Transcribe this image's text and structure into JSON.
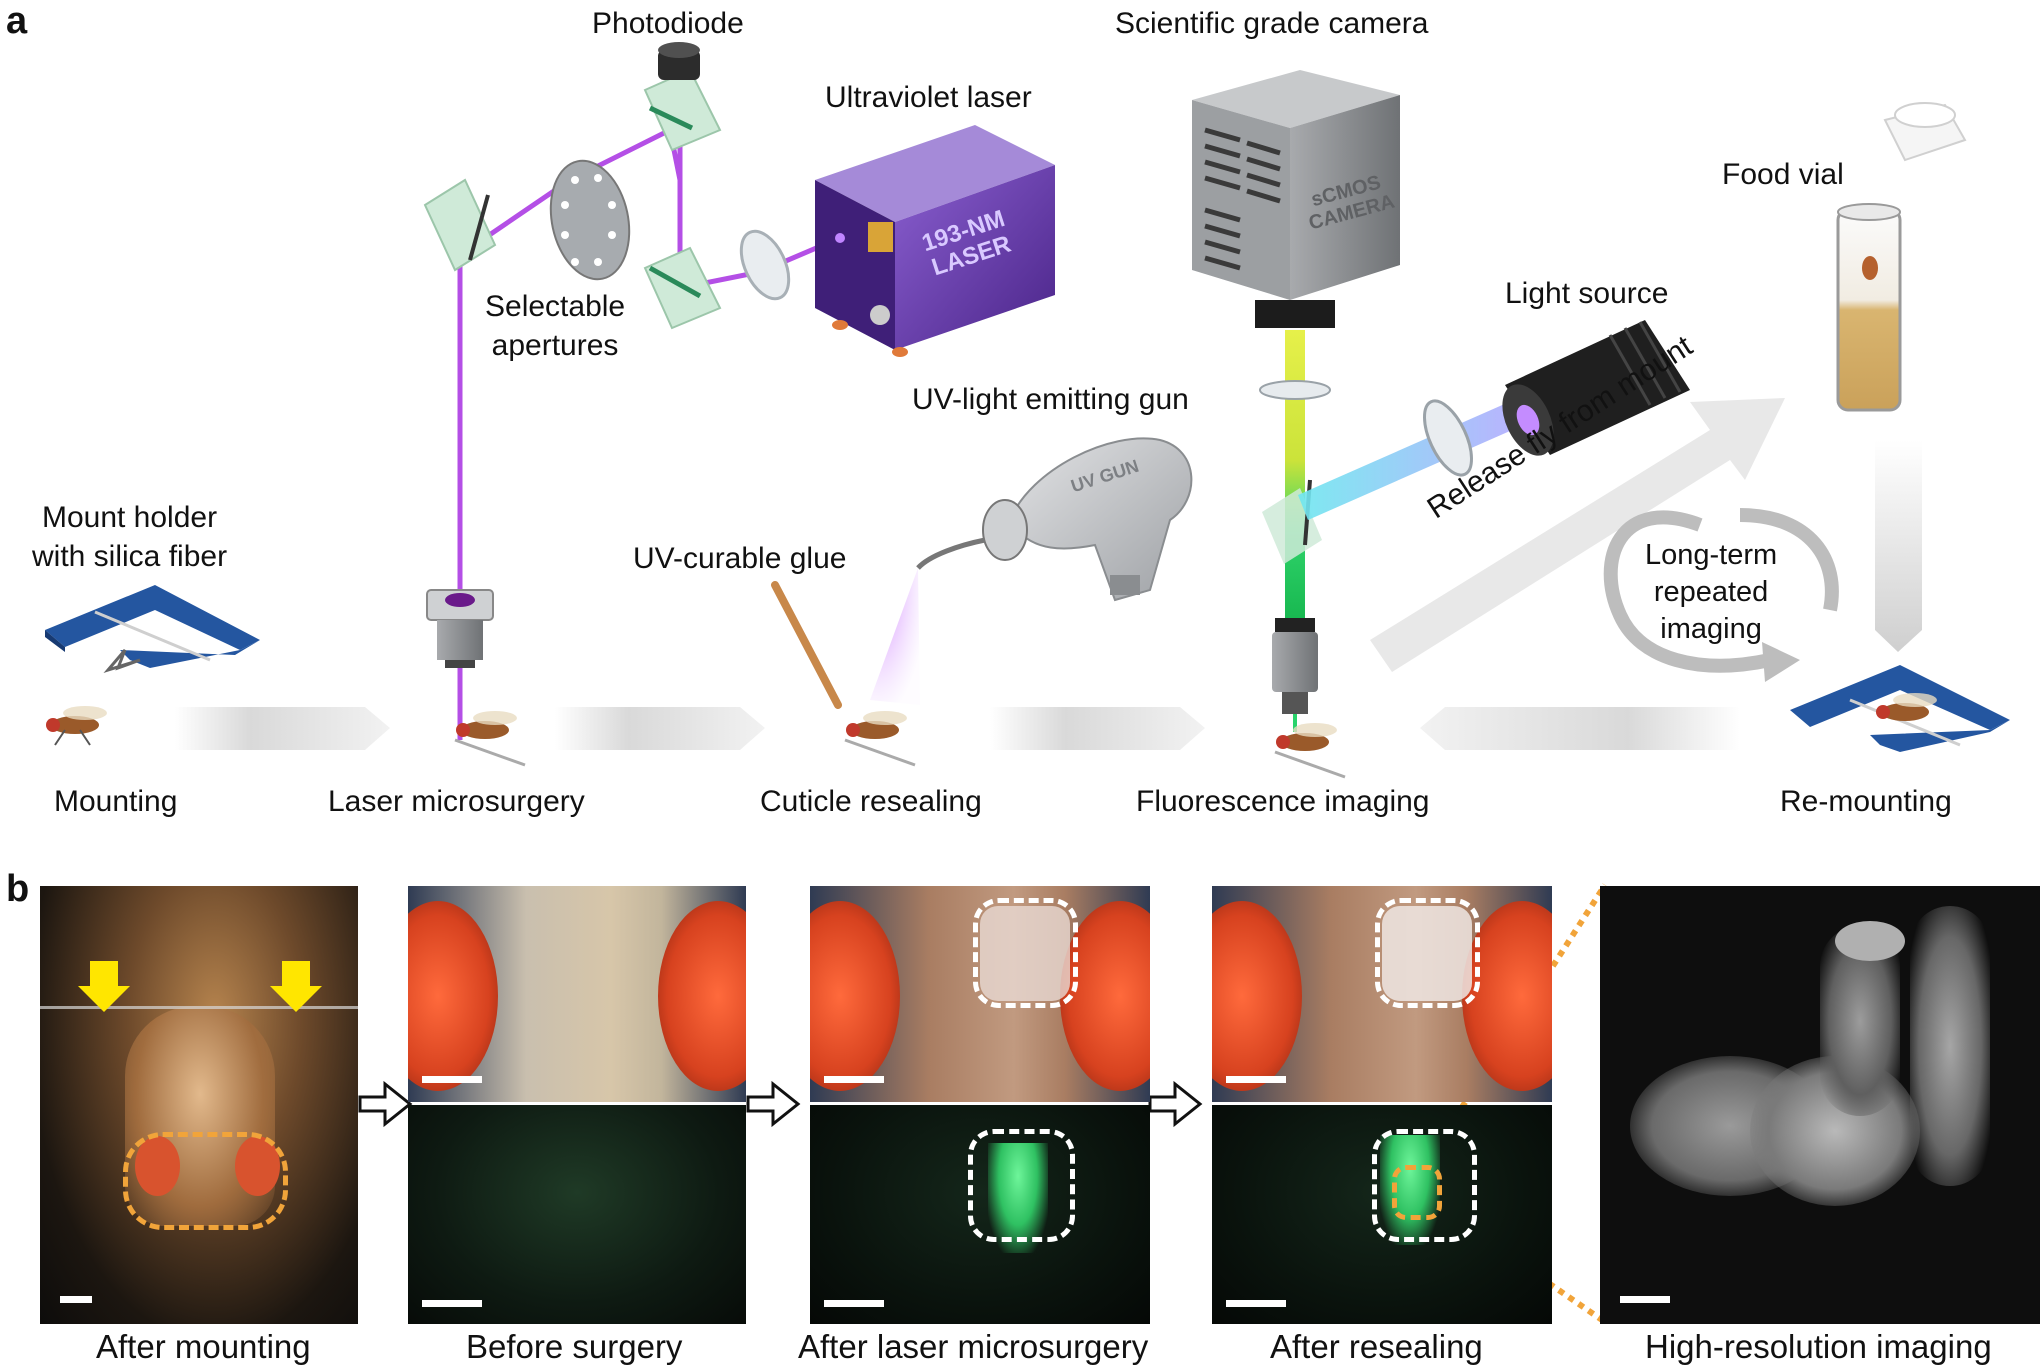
{
  "panel_labels": {
    "a": "a",
    "b": "b"
  },
  "panel_a": {
    "components": {
      "photodiode": "Photodiode",
      "camera": "Scientific grade camera",
      "uv_laser": "Ultraviolet laser",
      "laser_box_text": "193-NM\nLASER",
      "camera_box_text": "sCMOS\nCAMERA",
      "food_vial": "Food vial",
      "selectable_apertures": "Selectable\napertures",
      "light_source": "Light source",
      "uv_gun": "UV-light emitting gun",
      "uv_gun_text": "UV GUN",
      "mount_holder": "Mount holder\nwith silica fiber",
      "uv_glue": "UV-curable glue",
      "release": "Release fly from mount",
      "long_term": "Long-term\nrepeated\nimaging"
    },
    "steps": [
      "Mounting",
      "Laser microsurgery",
      "Cuticle resealing",
      "Fluorescence imaging",
      "Re-mounting"
    ]
  },
  "panel_b": {
    "captions": [
      "After mounting",
      "Before surgery",
      "After laser microsurgery",
      "After resealing",
      "High-resolution imaging"
    ]
  },
  "colors": {
    "laser_beam": "#b44fe6",
    "blue_mount": "#2456a0",
    "camera_body": "#8d8f92",
    "laser_box": "#6b3fb0",
    "fluorescence_green": "#3fd66b",
    "dashed_orange": "#f1a43a",
    "arrow_yellow": "#ffe600"
  }
}
